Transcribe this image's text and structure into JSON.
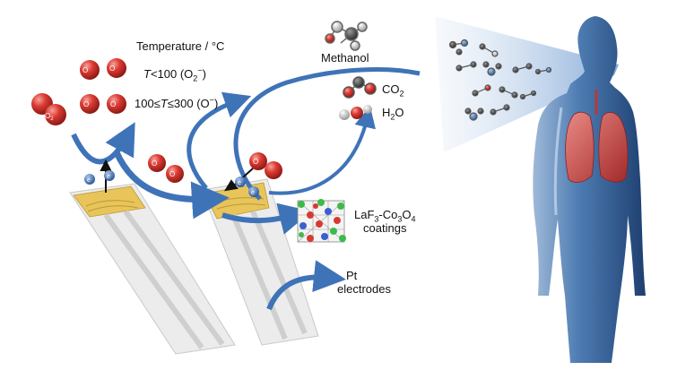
{
  "labels": {
    "temperature": "Temperature / °C",
    "methanol": "Methanol",
    "co2_main": "CO",
    "co2_sub": "2",
    "h2o_main": "H",
    "h2o_sub": "2",
    "h2o_end": "O",
    "low_t_italic": "T",
    "low_t_rest": "<100 (O",
    "low_t_sub": "2",
    "low_t_sup": "−",
    "low_t_close": ")",
    "high_t_pre": "100≤",
    "high_t_italic": "T",
    "high_t_rest": "≤300  (O",
    "high_t_sup": "−",
    "high_t_close": ")",
    "coating_1": "LaF",
    "coating_1_sub": "3",
    "coating_2": "-Co",
    "coating_2_sub": "3",
    "coating_3": "O",
    "coating_3_sub": "4",
    "coating_line2": "coatings",
    "pt_line1": "Pt",
    "pt_line2": "electrodes"
  },
  "ions": {
    "o2": "O",
    "o2_sub": "2",
    "o2_minus": "O",
    "o_minus": "O",
    "electron": "e"
  },
  "colors": {
    "arrow_blue": "#3f73b8",
    "sphere_red": "#d73a32",
    "electrode_gold": "#e8c45a",
    "substrate": "#ececec",
    "lung_red": "#c63f3f",
    "body_blue": "#5a86b8"
  }
}
